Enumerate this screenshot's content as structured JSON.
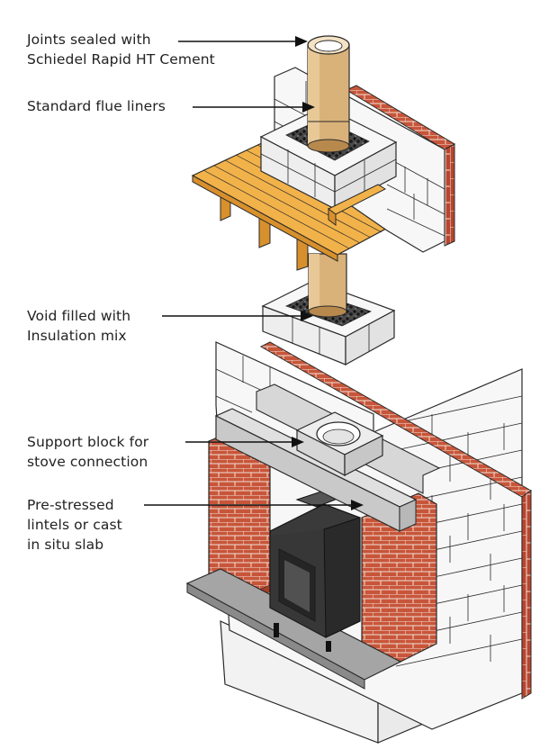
{
  "labels": {
    "joints": [
      "Joints sealed with",
      "Schiedel Rapid HT Cement"
    ],
    "liners": [
      "Standard flue liners"
    ],
    "void": [
      "Void filled with",
      "Insulation mix"
    ],
    "support": [
      "Support block for",
      "stove connection"
    ],
    "lintels": [
      "Pre-stressed",
      "lintels or cast",
      "in situ slab"
    ]
  },
  "colors": {
    "brick": "#c8553a",
    "brick_mortar": "#f1e1d4",
    "block": "#f7f7f7",
    "timber": "#f2b24a",
    "timber_dark": "#d8902c",
    "flue": "#d9b27a",
    "flue_dark": "#b8894d",
    "stove": "#3a3a3a",
    "hearth": "#a5a5a5",
    "lintel": "#d7d7d7",
    "outline": "#2a2a2a"
  }
}
